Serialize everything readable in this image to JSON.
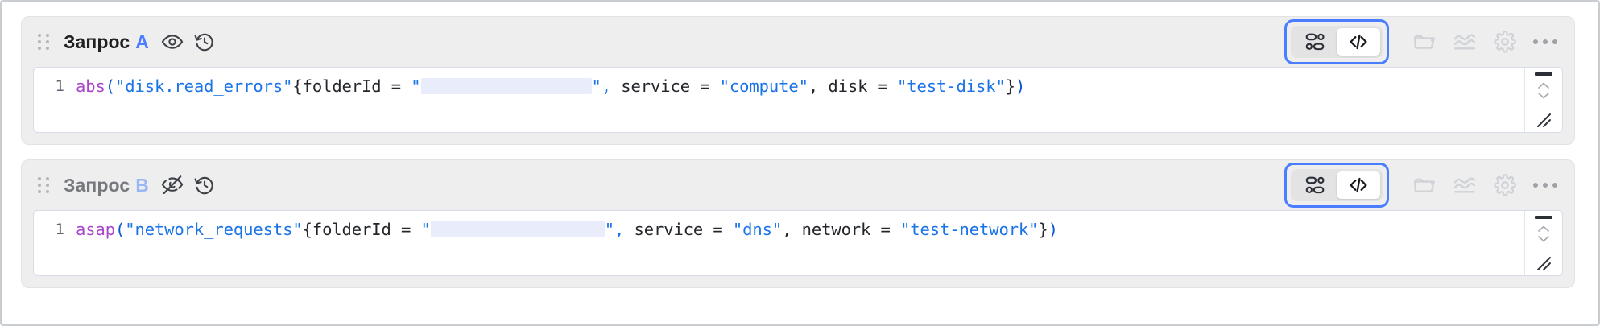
{
  "panels": [
    {
      "drag_handle": "drag-handle",
      "title": "Запрос",
      "badge": "A",
      "visibility_icon": "eye-icon",
      "visibility_state": "visible",
      "history_icon": "history-icon",
      "toolbar": {
        "segmented": {
          "focused": true,
          "options": [
            {
              "name": "visual-editor-icon",
              "label": "blocks-icon",
              "active": false
            },
            {
              "name": "code-editor-icon",
              "label": "code-icon",
              "active": true
            }
          ]
        },
        "icons": [
          {
            "name": "folder-icon",
            "label": "folder"
          },
          {
            "name": "chart-line-icon",
            "label": "chart"
          },
          {
            "name": "gear-icon",
            "label": "settings"
          },
          {
            "name": "more-options-icon",
            "label": "more"
          }
        ]
      },
      "editor": {
        "line_number": "1",
        "code": {
          "fn": "abs",
          "open_paren": "(",
          "metric": "\"disk.read_errors\"",
          "open_brace": "{",
          "label1_key": "folderId = ",
          "quote_open": "\"",
          "redacted": "",
          "quote_close": "\", ",
          "label2_key": "service = ",
          "label2_val": "\"compute\"",
          "sep2": ", ",
          "label3_key": "disk = ",
          "label3_val": "\"test-disk\"",
          "close_brace": "}",
          "close_paren": ")"
        },
        "full_text": "abs(\"disk.read_errors\"{folderId = \"\", service = \"compute\", disk = \"test-disk\"})"
      }
    },
    {
      "drag_handle": "drag-handle",
      "title": "Запрос",
      "badge": "B",
      "visibility_icon": "eye-off-icon",
      "visibility_state": "hidden",
      "history_icon": "history-icon",
      "toolbar": {
        "segmented": {
          "focused": true,
          "options": [
            {
              "name": "visual-editor-icon",
              "label": "blocks-icon",
              "active": false
            },
            {
              "name": "code-editor-icon",
              "label": "code-icon",
              "active": true
            }
          ]
        },
        "icons": [
          {
            "name": "folder-icon",
            "label": "folder"
          },
          {
            "name": "chart-line-icon",
            "label": "chart"
          },
          {
            "name": "gear-icon",
            "label": "settings"
          },
          {
            "name": "more-options-icon",
            "label": "more"
          }
        ]
      },
      "editor": {
        "line_number": "1",
        "code": {
          "fn": "asap",
          "open_paren": "(",
          "metric": "\"network_requests\"",
          "open_brace": "{",
          "label1_key": "folderId = ",
          "quote_open": "\"",
          "redacted": "",
          "quote_close": "\", ",
          "label2_key": "service = ",
          "label2_val": "\"dns\"",
          "sep2": ", ",
          "label3_key": "network = ",
          "label3_val": "\"test-network\"",
          "close_brace": "}",
          "close_paren": ")"
        },
        "full_text": "asap(\"network_requests\"{folderId = \"\", service = \"dns\", network = \"test-network\"})"
      }
    }
  ],
  "colors": {
    "accent_blue": "#4a7dff",
    "string_blue": "#1a73e8",
    "function_purple": "#a946c9",
    "paren_blue": "#0b57d0",
    "panel_bg": "#eeeeee",
    "editor_bg": "#ffffff",
    "redacted_bg": "#e8ecfb",
    "muted_text": "#75787d"
  }
}
